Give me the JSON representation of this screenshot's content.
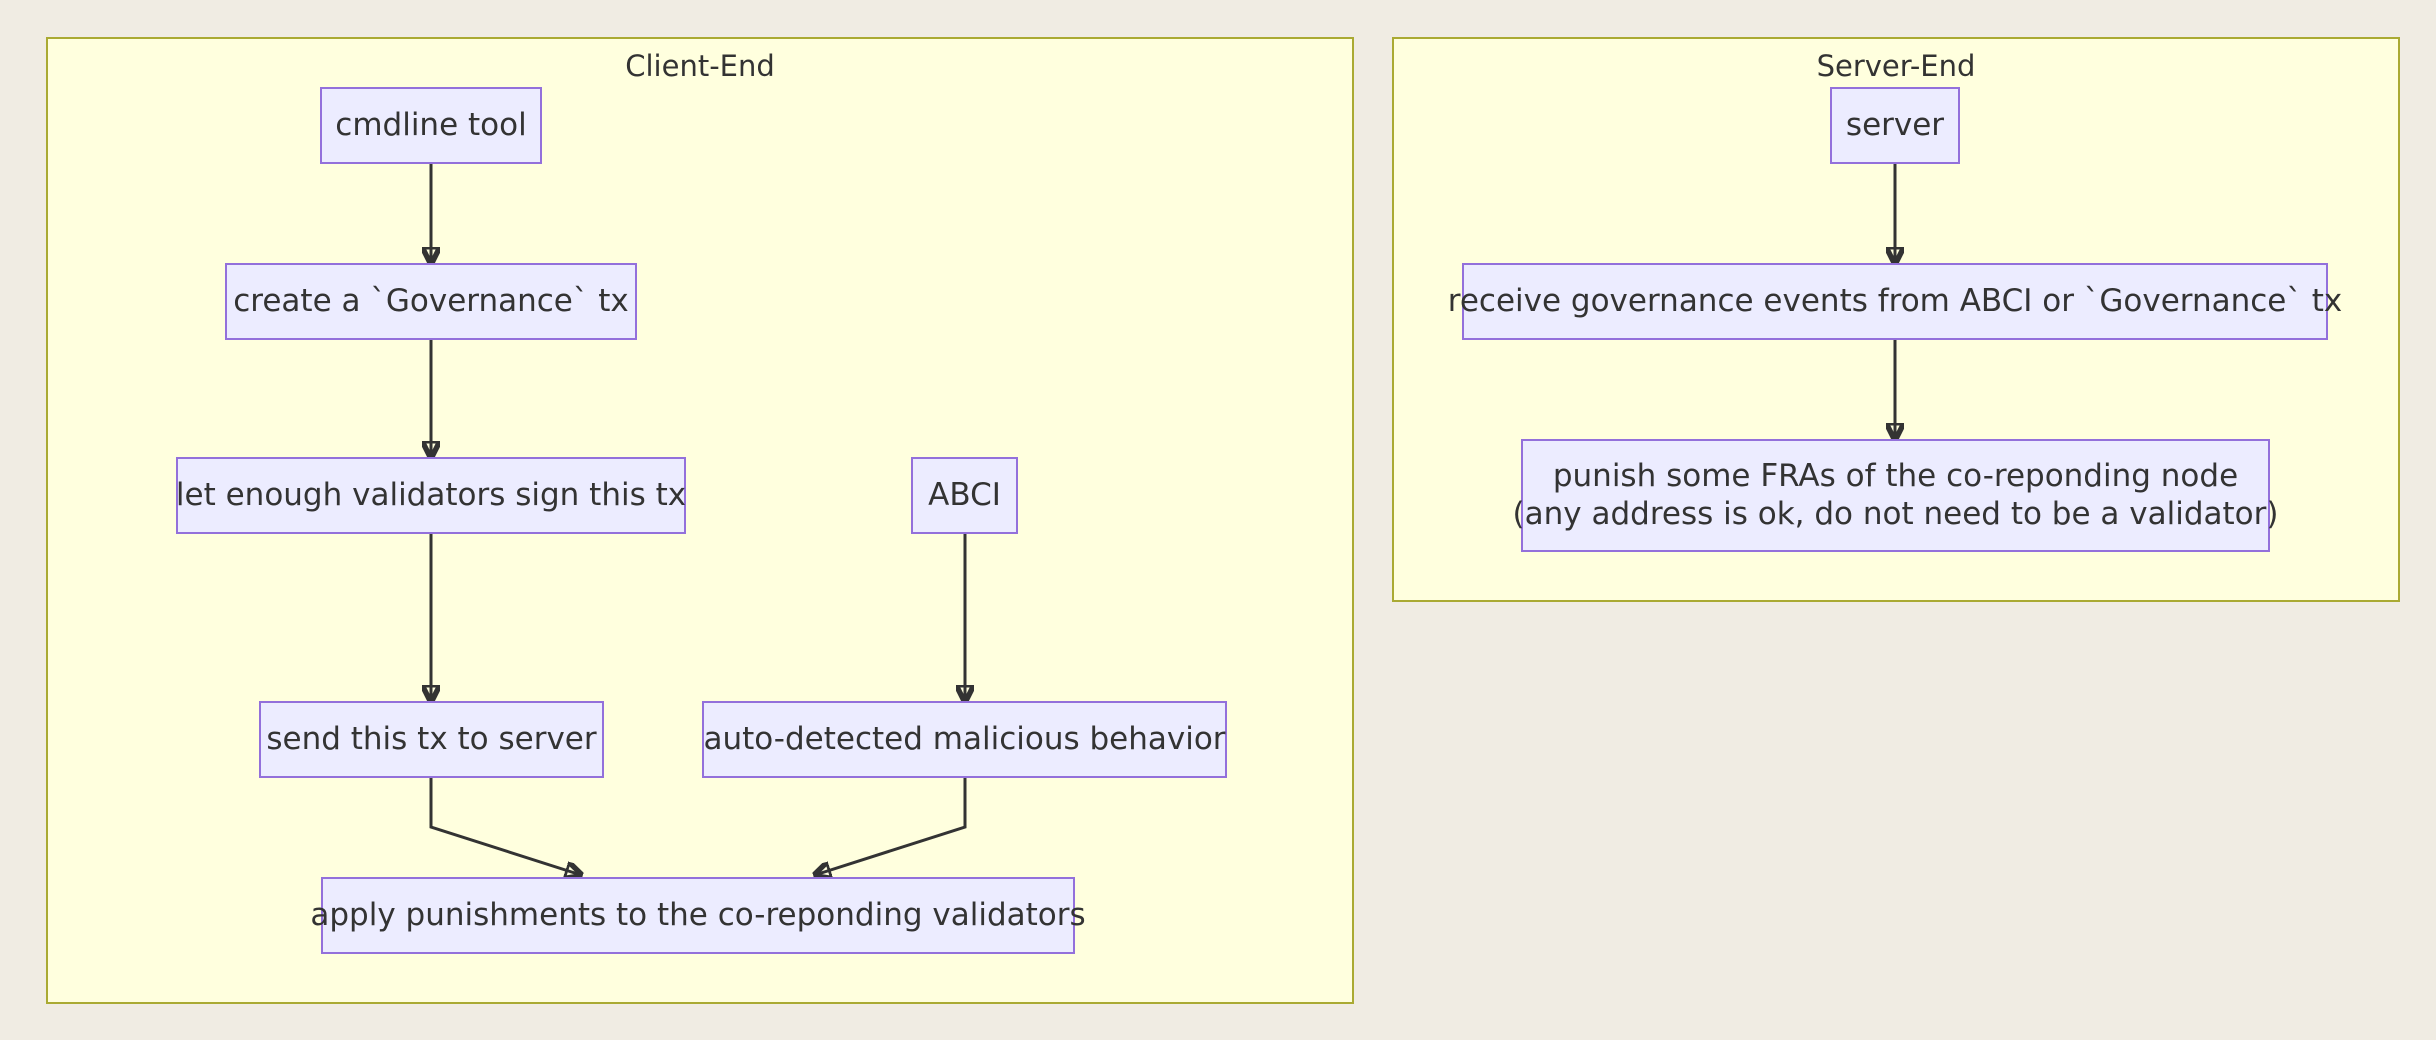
{
  "clusters": {
    "client": {
      "title": "Client-End"
    },
    "server": {
      "title": "Server-End"
    }
  },
  "nodes": {
    "cmdline": "cmdline tool",
    "create_tx": "create a `Governance` tx",
    "sign": "let enough validators sign this tx",
    "send": "send this tx to server",
    "abci": "ABCI",
    "auto_detect": "auto-detected malicious behavior",
    "apply": "apply punishments to the co-reponding validators",
    "server": "server",
    "receive": "receive governance events from ABCI or `Governance` tx",
    "punish_line1": "punish some FRAs of the co-reponding node",
    "punish_line2": "(any address is ok, do not need to be a validator)"
  },
  "colors": {
    "background": "#f0ece3",
    "cluster_fill": "#ffffde",
    "cluster_border": "#aaaa33",
    "node_fill": "#ececff",
    "node_border": "#9370db",
    "edge": "#333333"
  }
}
